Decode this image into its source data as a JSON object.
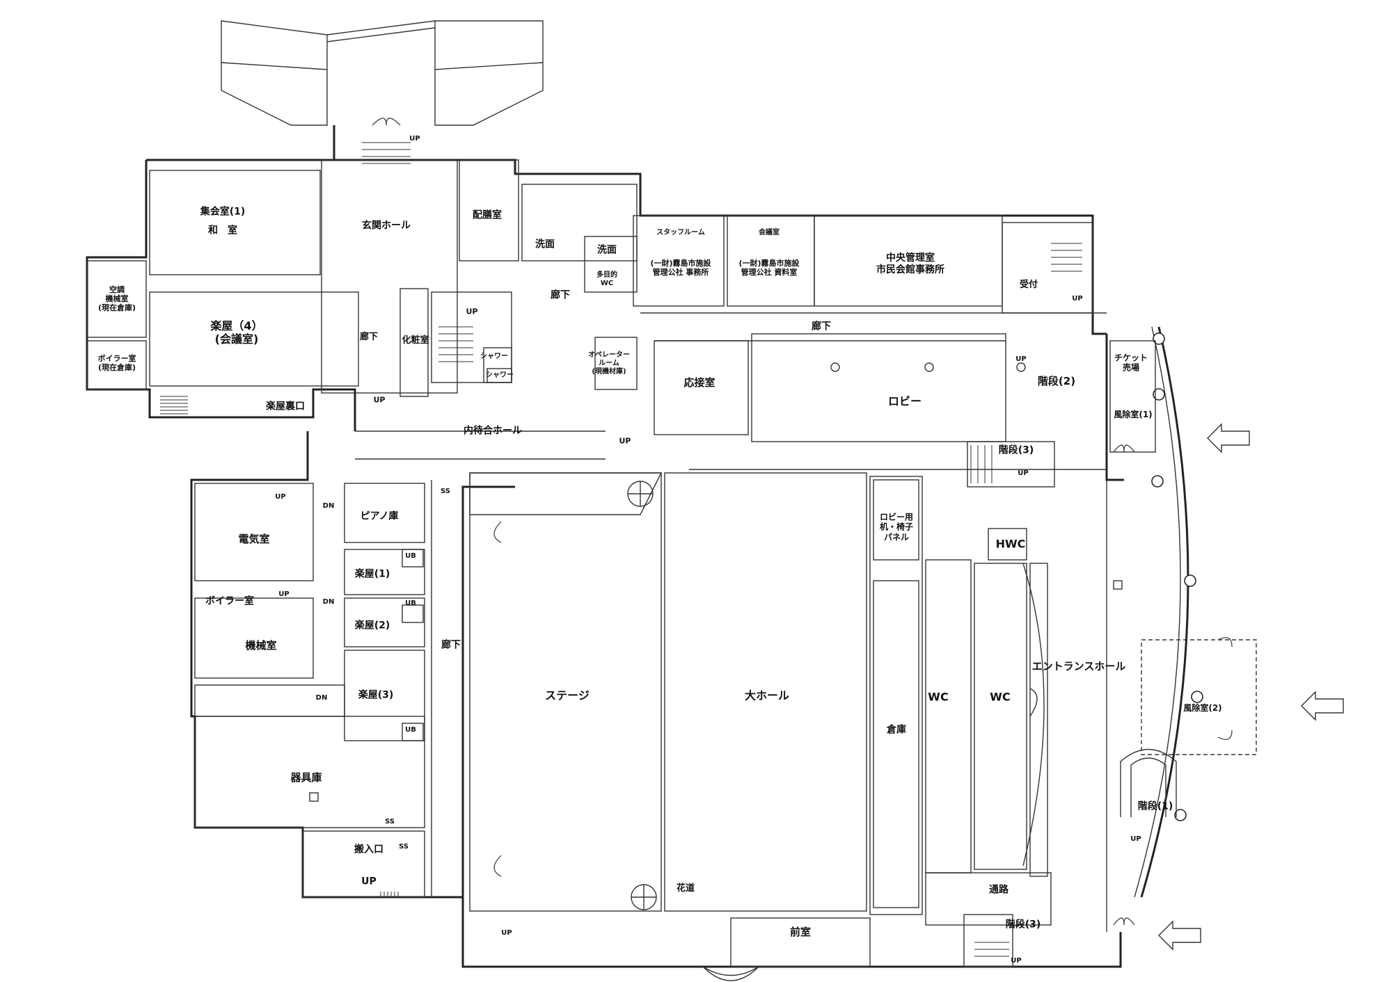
{
  "rooms": {
    "shukaishitsu_1": "集会室(1)",
    "washitsu": "和　室",
    "genkan_hall": "玄関ホール",
    "haizenshitsu": "配膳室",
    "senmen_1": "洗面",
    "senmen_2": "洗面",
    "tamokuteki_wc": "多目的\nWC",
    "staff_room": "スタッフルーム",
    "staff_office": "(一財)霧島市施設\n管理公社 事務所",
    "kaigishitsu_small": "会議室",
    "shiryoshitsu": "(一財)霧島市施設\n管理公社 資料室",
    "chuo_kanrishitsu": "中央管理室\n市民会館事務所",
    "uketsuke": "受付",
    "kucho_kikaishitsu": "空調\n機械室\n(現在倉庫)",
    "boiler_old": "ボイラー室\n(現在倉庫)",
    "gakuya_4": "楽屋（4）\n(会議室)",
    "roka_1": "廊下",
    "keshoshitsu": "化粧室",
    "shower_1": "シャワー",
    "shower_2": "シャワー",
    "roka_2": "廊下",
    "roka_3": "廊下",
    "operator_room": "オペレーター\nルーム\n(現機材庫)",
    "osetsushitsu": "応接室",
    "lobby": "ロビー",
    "kaidan_2": "階段(2)",
    "ticket": "チケット\n売場",
    "fujoshitsu_1": "風除室(1)",
    "gakuya_uraguchi": "楽屋裏口",
    "uchi_machiai": "内待合ホール",
    "kaidan_3_top": "階段(3)",
    "denkishitsu": "電気室",
    "piano": "ピアノ庫",
    "gakuya_1": "楽屋(1)",
    "gakuya_2": "楽屋(2)",
    "gakuya_3": "楽屋(3)",
    "boiler": "ボイラー室",
    "kikaishitsu": "機械室",
    "lobby_storage": "ロビー用\n机・椅子\nパネル",
    "hwc": "HWC",
    "entrance_hall": "エントランスホール",
    "fujoshitsu_2": "風除室(2)",
    "roka_4": "廊下",
    "stage": "ステージ",
    "dai_hall": "大ホール",
    "soko": "倉庫",
    "wc_1": "WC",
    "wc_2": "WC",
    "kaidan_1": "階段(1)",
    "kiguko": "器具庫",
    "hanamichi": "花道",
    "tsuro": "通路",
    "hannyuguchi": "搬入口",
    "zenshitsu": "前室",
    "kaidan_3_bottom": "階段(3)"
  },
  "marks": {
    "up": "UP",
    "dn": "DN",
    "ss": "SS",
    "ub": "UB",
    "arrow": "⇦"
  }
}
